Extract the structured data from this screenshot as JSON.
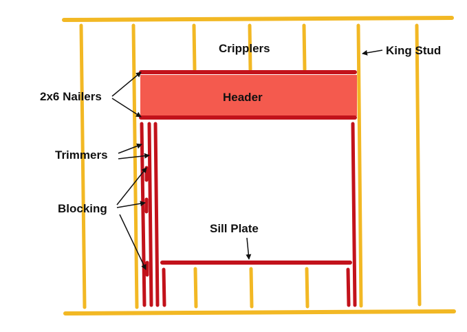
{
  "labels": {
    "cripplers": "Cripplers",
    "king_stud": "King Stud",
    "nailers": "2x6 Nailers",
    "header": "Header",
    "trimmers": "Trimmers",
    "blocking": "Blocking",
    "sill_plate": "Sill Plate"
  },
  "colors": {
    "framing_stud": "#F2B824",
    "framing_stud_edge": "#C8900E",
    "opening_member": "#C2121B",
    "header_fill": "#F45A4E",
    "arrow": "#111111",
    "background": "#FFFFFF"
  }
}
